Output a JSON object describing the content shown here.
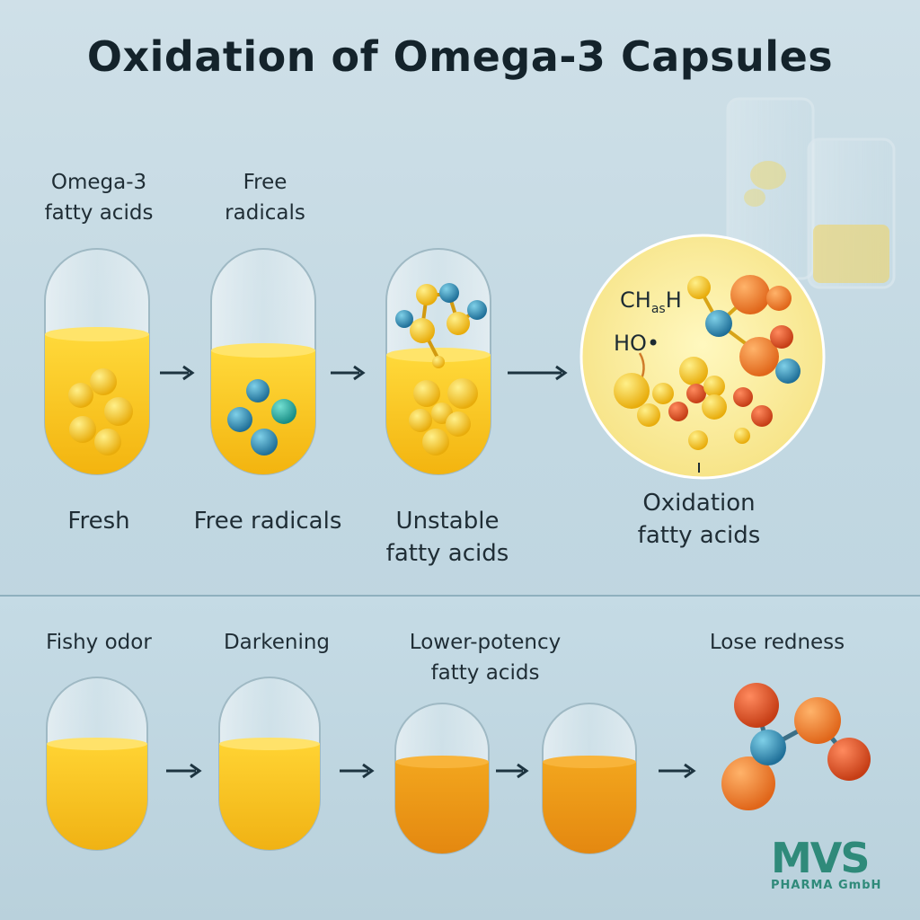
{
  "title": "Oxidation of Omega-3 Capsules",
  "top_row": {
    "captions_above": {
      "omega3": [
        "Omega-3",
        "fatty acids"
      ],
      "free_radicals": [
        "Free",
        "radicals"
      ]
    },
    "stage_labels": {
      "fresh": "Fresh",
      "free_radicals": "Free radicals",
      "unstable": [
        "Unstable",
        "fatty acids"
      ],
      "oxidation": [
        "Oxidation",
        "fatty acids"
      ]
    },
    "formula_labels": {
      "ch3h": "CH",
      "sub": "as",
      "h": "H",
      "ho": "HO•"
    }
  },
  "bottom_row": {
    "labels": {
      "fishy": "Fishy odor",
      "darkening": "Darkening",
      "lower_potency": [
        "Lower-potency",
        "fatty acids"
      ],
      "lose_redness": "Lose redness"
    }
  },
  "logo": {
    "main": "MVS",
    "sub": "PHARMA GmbH"
  },
  "colors": {
    "oil_fresh": "#f7c51e",
    "oil_dark": "#e68e12",
    "radical": "#2d8db5",
    "atom_red": "#d94a1f",
    "atom_orange": "#ef8a1d",
    "accent": "#2f8a7a"
  }
}
